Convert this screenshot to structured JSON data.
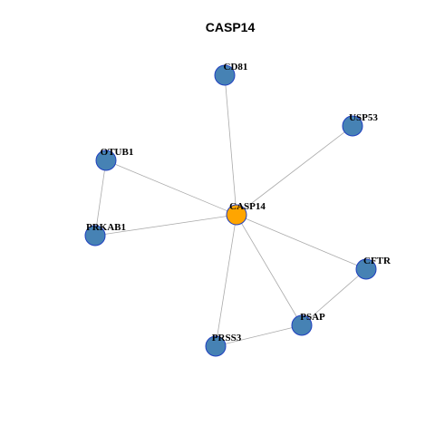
{
  "title": "CASP14",
  "colors": {
    "hub_fill": "#ffa500",
    "node_fill": "#4682b4",
    "node_stroke": "#1f3fbf",
    "edge": "#aaaaaa"
  },
  "nodes": [
    {
      "id": "CASP14",
      "label": "CASP14",
      "hub": true
    },
    {
      "id": "CD81",
      "label": "CD81",
      "hub": false
    },
    {
      "id": "USP53",
      "label": "USP53",
      "hub": false
    },
    {
      "id": "OTUB1",
      "label": "OTUB1",
      "hub": false
    },
    {
      "id": "PRKAB1",
      "label": "PRKAB1",
      "hub": false
    },
    {
      "id": "CFTR",
      "label": "CFTR",
      "hub": false
    },
    {
      "id": "PSAP",
      "label": "PSAP",
      "hub": false
    },
    {
      "id": "PRSS3",
      "label": "PRSS3",
      "hub": false
    }
  ],
  "edges": [
    [
      "CASP14",
      "CD81"
    ],
    [
      "CASP14",
      "USP53"
    ],
    [
      "CASP14",
      "OTUB1"
    ],
    [
      "CASP14",
      "PRKAB1"
    ],
    [
      "CASP14",
      "CFTR"
    ],
    [
      "CASP14",
      "PSAP"
    ],
    [
      "CASP14",
      "PRSS3"
    ],
    [
      "OTUB1",
      "PRKAB1"
    ],
    [
      "CFTR",
      "PSAP"
    ],
    [
      "PSAP",
      "PRSS3"
    ]
  ]
}
